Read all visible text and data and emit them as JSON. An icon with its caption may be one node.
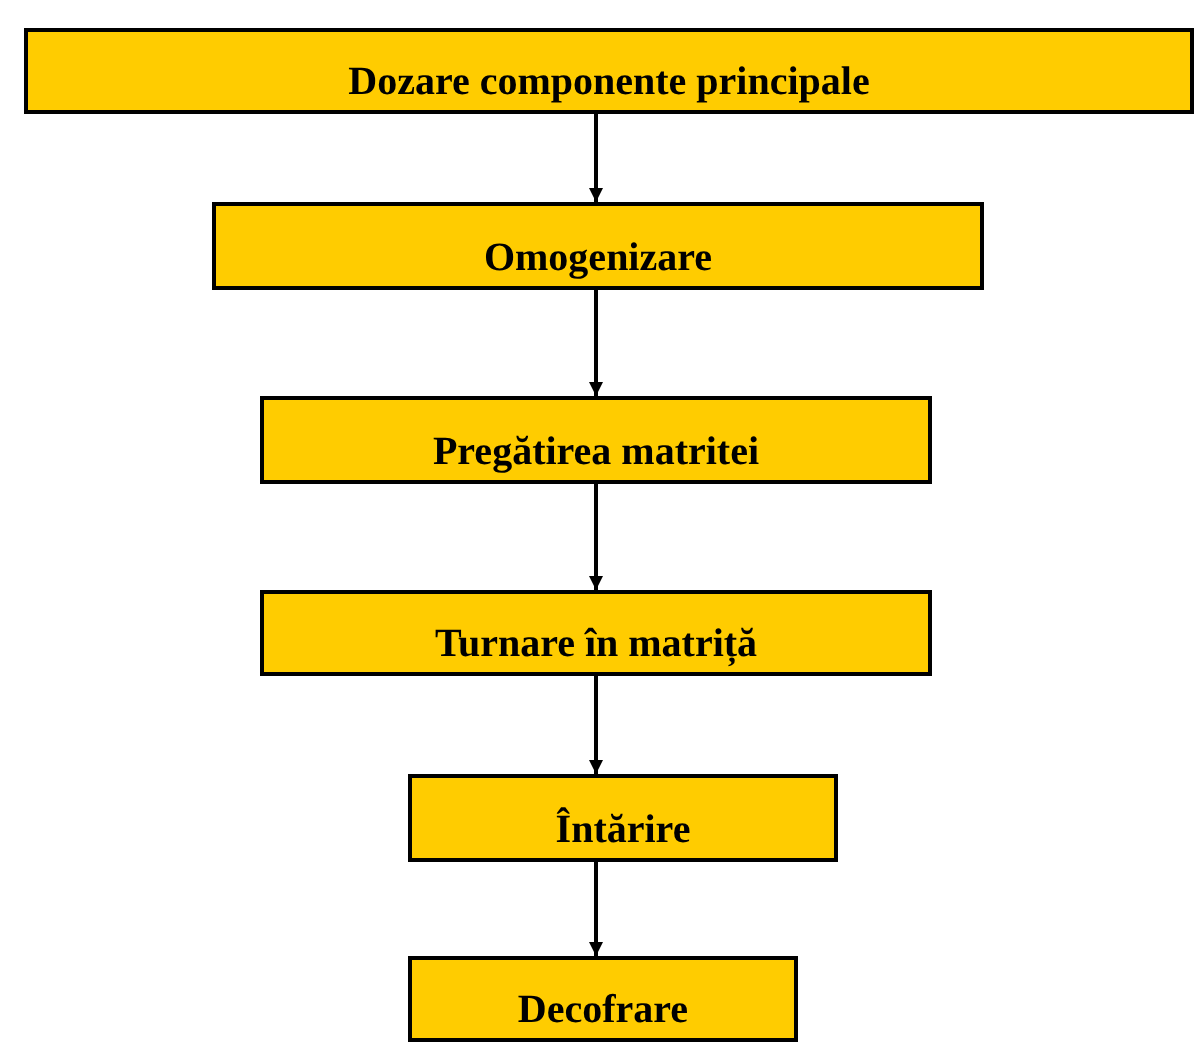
{
  "diagram": {
    "nodes": [
      {
        "text": [
          "Dozare componente principale"
        ]
      },
      {
        "text": [
          "Omogenizare"
        ]
      },
      {
        "text": [
          "Pregătirea matritei"
        ]
      },
      {
        "text": [
          "Turnare în matriță"
        ]
      },
      {
        "text": [
          "Întărire"
        ]
      },
      {
        "text": [
          "Decofrare"
        ]
      }
    ],
    "edges": [
      {
        "from": 0,
        "to": 1,
        "arrow": "to"
      },
      {
        "from": 1,
        "to": 2,
        "arrow": "to"
      },
      {
        "from": 2,
        "to": 3,
        "arrow": "to"
      },
      {
        "from": 3,
        "to": 4,
        "arrow": "to"
      },
      {
        "from": 4,
        "to": 5,
        "arrow": "to"
      }
    ]
  }
}
